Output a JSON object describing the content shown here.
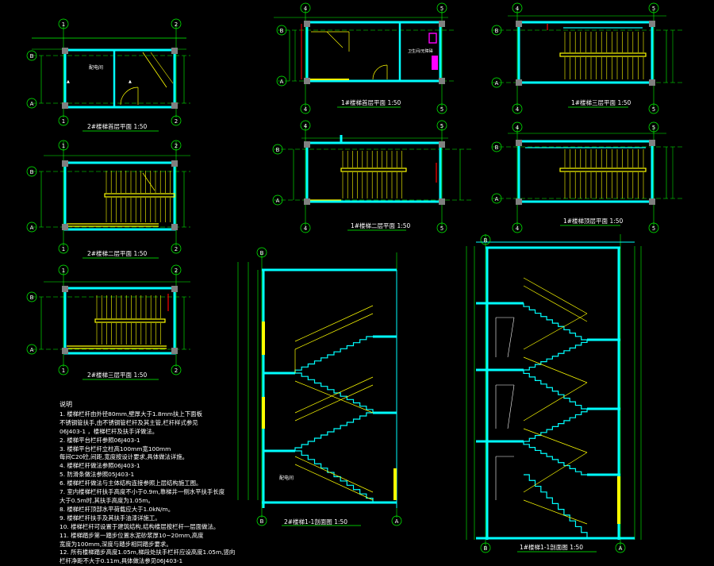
{
  "colors": {
    "background": "#000000",
    "axis": "#00ff00",
    "wall": "#00ffff",
    "stair": "#ffff00",
    "text": "#ffffff",
    "column": "#808080",
    "fixture": "#ff00ff",
    "opening": "#ff0000"
  },
  "drawings": {
    "p2_ground": {
      "title": "2#楼梯首层平面  1:50",
      "axes": [
        "1",
        "2",
        "A",
        "B"
      ],
      "room": "配电间"
    },
    "p1_ground": {
      "title": "1#楼梯首层平面  1:50",
      "axes": [
        "4",
        "5",
        "A",
        "B"
      ],
      "room": "卫生间/无障碍"
    },
    "p1_third": {
      "title": "1#楼梯三层平面  1:50",
      "axes": [
        "4",
        "5",
        "A",
        "B"
      ]
    },
    "p2_second": {
      "title": "2#楼梯二层平面  1:50",
      "axes": [
        "1",
        "2",
        "A",
        "B"
      ]
    },
    "p1_second": {
      "title": "1#楼梯二层平面  1:50",
      "axes": [
        "4",
        "5",
        "A",
        "B"
      ]
    },
    "p1_top": {
      "title": "1#楼梯顶层平面  1:50",
      "axes": [
        "4",
        "5",
        "A",
        "B"
      ]
    },
    "p2_third": {
      "title": "2#楼梯三层平面  1:50",
      "axes": [
        "1",
        "2",
        "A",
        "B"
      ]
    },
    "s2": {
      "title": "2#楼梯1-1剖面图  1:50",
      "axes": [
        "B",
        "A"
      ],
      "room": "配电间"
    },
    "s1": {
      "title": "1#楼梯1-1剖面图  1:50",
      "axes": [
        "B",
        "A"
      ]
    }
  },
  "notes": {
    "title": "说明",
    "items": [
      "1.  楼梯栏杆由外径80mm,壁厚大于1.8mm扶上下面板",
      "     不锈钢管扶手,由不锈钢管栏杆及其主管,栏杆样式参见",
      "     06J403-1 ，楼梯栏杆及扶手详做法。",
      "2.  楼梯平台栏杆参照06J403-1",
      "3.  楼梯平台栏杆立柱高100mm宽100mm",
      "     每间C20砼,间距,宽度按设计要求,具体做法详施。",
      "4.  楼梯栏杆做法参照06J403-1",
      "5.  防滑条做法参照05J403-1",
      "6.  楼梯栏杆做法与主体结构连接参照上层结构施工图。",
      "7.  室内楼梯栏杆扶手高度不小于0.9m,靠梯井一侧水平扶手长度",
      "     大于0.5m时,其扶手高度为1.05m。",
      "8.  楼梯栏杆顶部水平荷载应大于1.0kN/m。",
      "9.  楼梯栏杆扶手及其扶手油漆详施工。",
      "10.  楼梯栏杆可设置于建筑结构,结构楼层按栏杆一层面做法。",
      "11.  楼梯踏步第一踏步位置水泥砂浆厚10~20mm,高度",
      "     宽度为100mm,深度与踏步相同踏步要求。",
      "12.  所有楼梯踏步高度1.05m,梯段处扶手栏杆应设高度1.05m,竖向",
      "     栏杆净距不大于0.11m,具体做法参见06J403-1"
    ]
  }
}
